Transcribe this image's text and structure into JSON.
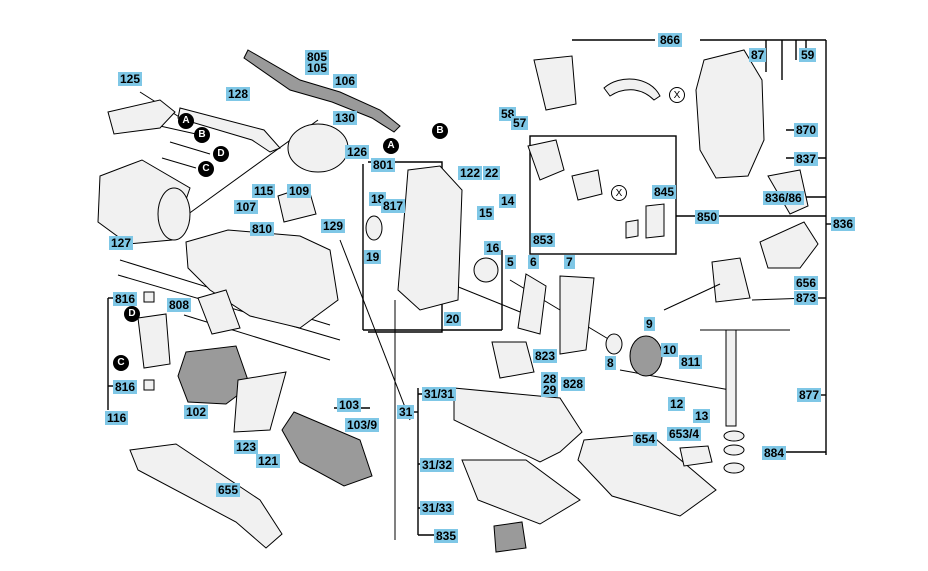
{
  "callouts": {
    "c125": "125",
    "c128": "128",
    "c805": "805",
    "c105": "105",
    "c106": "106",
    "c130": "130",
    "c126": "126",
    "c127": "127",
    "c115": "115",
    "c109": "109",
    "c107": "107",
    "c810": "810",
    "c801": "801",
    "c122": "122",
    "c22": "22",
    "c18": "18",
    "c817": "817",
    "c14": "14",
    "c15": "15",
    "c16": "16",
    "c129": "129",
    "c19": "19",
    "c5": "5",
    "c6": "6",
    "c7": "7",
    "c20": "20",
    "c58": "58",
    "c57": "57",
    "c866": "866",
    "c87": "87",
    "c59": "59",
    "c870": "870",
    "c837": "837",
    "c845": "845",
    "c853": "853",
    "c83686": "836/86",
    "c850": "850",
    "c836": "836",
    "c656": "656",
    "c873": "873",
    "c816a": "816",
    "c808": "808",
    "c816b": "816",
    "c116": "116",
    "c102": "102",
    "c123": "123",
    "c121": "121",
    "c103": "103",
    "c1039": "103/9",
    "c31": "31",
    "c3131": "31/31",
    "c823": "823",
    "c28": "28",
    "c29": "29",
    "c828": "828",
    "c9": "9",
    "c8": "8",
    "c10": "10",
    "c811": "811",
    "c12": "12",
    "c13": "13",
    "c877": "877",
    "c654": "654",
    "c6534": "653/4",
    "c884": "884",
    "c3132": "31/32",
    "c3133": "31/33",
    "c835": "835",
    "c655": "655"
  },
  "letters": {
    "a1": "A",
    "b1": "B",
    "d1": "D",
    "c1": "C",
    "b2": "B",
    "a2": "A",
    "d2": "D",
    "c2": "C",
    "x1": "X",
    "x2": "X"
  },
  "colors": {
    "callout_bg": "#7fc7e6",
    "ink": "#000000"
  }
}
